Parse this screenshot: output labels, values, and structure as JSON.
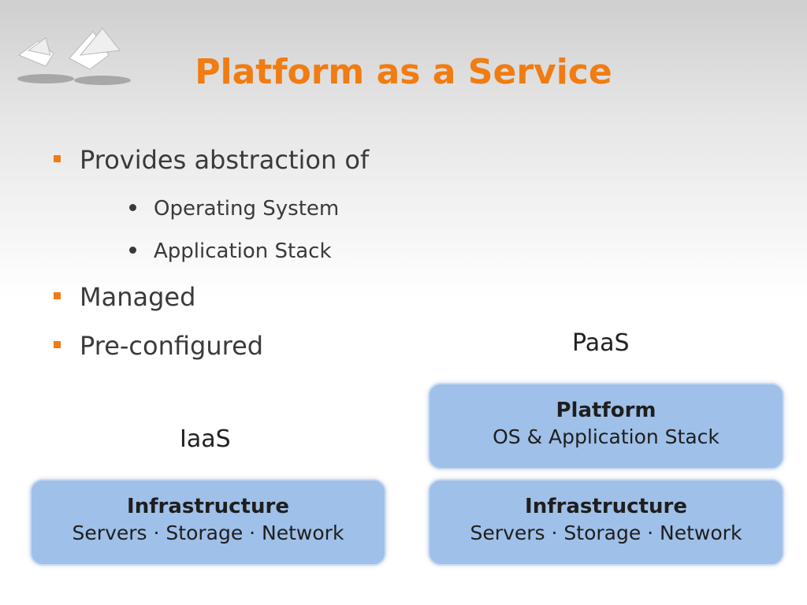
{
  "slide": {
    "title": "Platform as a Service",
    "bullets": [
      {
        "text": "Provides abstraction of",
        "children": [
          "Operating System",
          "Application Stack"
        ]
      },
      {
        "text": "Managed"
      },
      {
        "text": "Pre-configured"
      }
    ]
  },
  "diagram": {
    "iaas": {
      "label": "IaaS",
      "infrastructure": {
        "title": "Infrastructure",
        "subtitle": "Servers · Storage · Network"
      }
    },
    "paas": {
      "label": "PaaS",
      "platform": {
        "title": "Platform",
        "subtitle": "OS & Application Stack"
      },
      "infrastructure": {
        "title": "Infrastructure",
        "subtitle": "Servers · Storage · Network"
      }
    }
  },
  "icons": {
    "logo": "paper-cranes-logo-icon",
    "bullet": "orange-square-bullet-icon"
  },
  "colors": {
    "title": "#f07c12",
    "bullet_mark": "#f07c12",
    "box_fill": "#9fc0e8",
    "text": "#3a3a3a"
  }
}
